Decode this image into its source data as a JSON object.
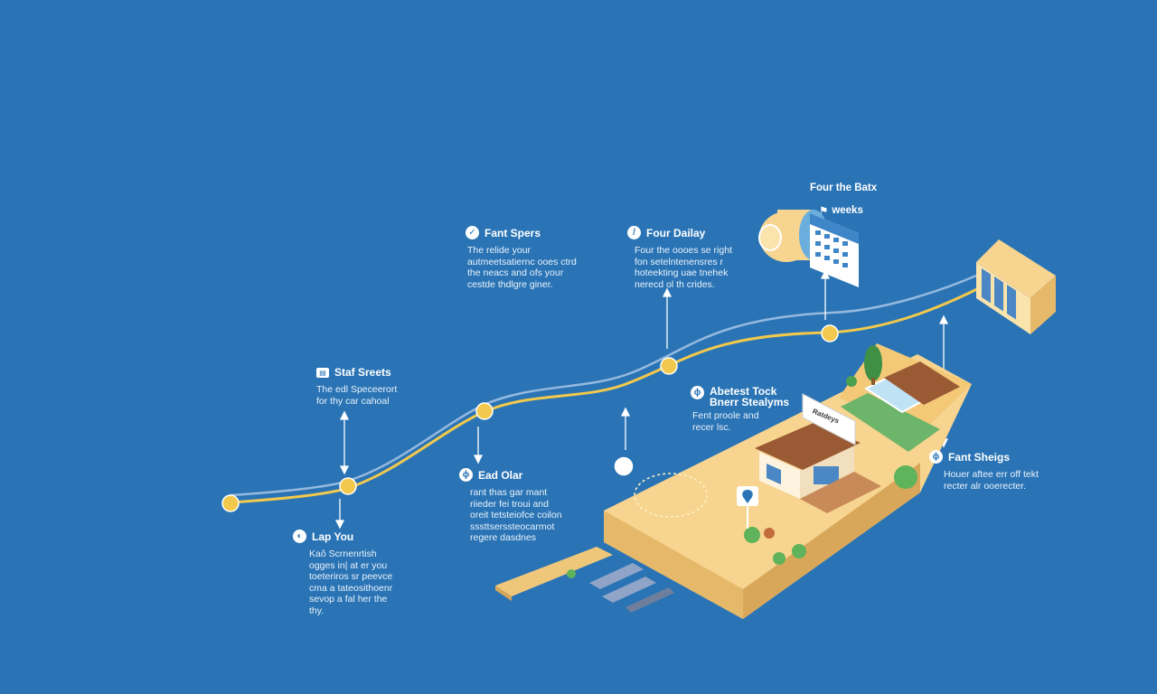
{
  "milestones": [
    {
      "id": "start",
      "icon": "lap-icon",
      "title": "Lap You",
      "body": "Kaô Scrnenrtish\nogges in| at er you\ntoeteriros sr peevce\ncma a tateosithoenr\nsevop a fal her the\nthy."
    },
    {
      "id": "m1",
      "icon": "id-card-icon",
      "title": "Staf Sreets",
      "body": "The edl Speceerort\nfor thy car cahoal"
    },
    {
      "id": "m2",
      "icon": "leaf-icon",
      "title": "Ead Olar",
      "body": "rant thas gar mant\nriieder fei troui and\noreit tetsteiofce coilon\nsssttserssteocarmot\nregere dasdnes"
    },
    {
      "id": "m3",
      "icon": "check-icon",
      "title": "Fant Spers",
      "body": "The relide your\nautmeetsatiernc ooes ctrd\nthe neacs and ofs your\ncestde thdlgre giner."
    },
    {
      "id": "m4",
      "icon": "pen-icon",
      "title": "Four Dailay",
      "body": "Four the oooes se right\nfon setelntenensres r\nhoteekting uae tnehek\nnerecd ol th crides."
    },
    {
      "id": "m5",
      "icon": "leaf-icon",
      "title": "Abetest Tock\nBnerr Stealyms",
      "body": "Fent proole and\nrecer lsc."
    },
    {
      "id": "m6",
      "icon": "leaf-icon",
      "title": "Fant Sheigs",
      "body": "Houer aftee err off tekt\nrecter alr ooerecter."
    }
  ],
  "top_heading": "Four the Batx",
  "calendar_label": "weeks",
  "sign_text": "Ratdeys",
  "colors": {
    "background": "#2a74b5",
    "route": "#f2c94c",
    "route_shadow": "#a8c6e6",
    "sand": "#f7d48f",
    "sand_side": "#e6b96a",
    "roof": "#9a5a34"
  }
}
